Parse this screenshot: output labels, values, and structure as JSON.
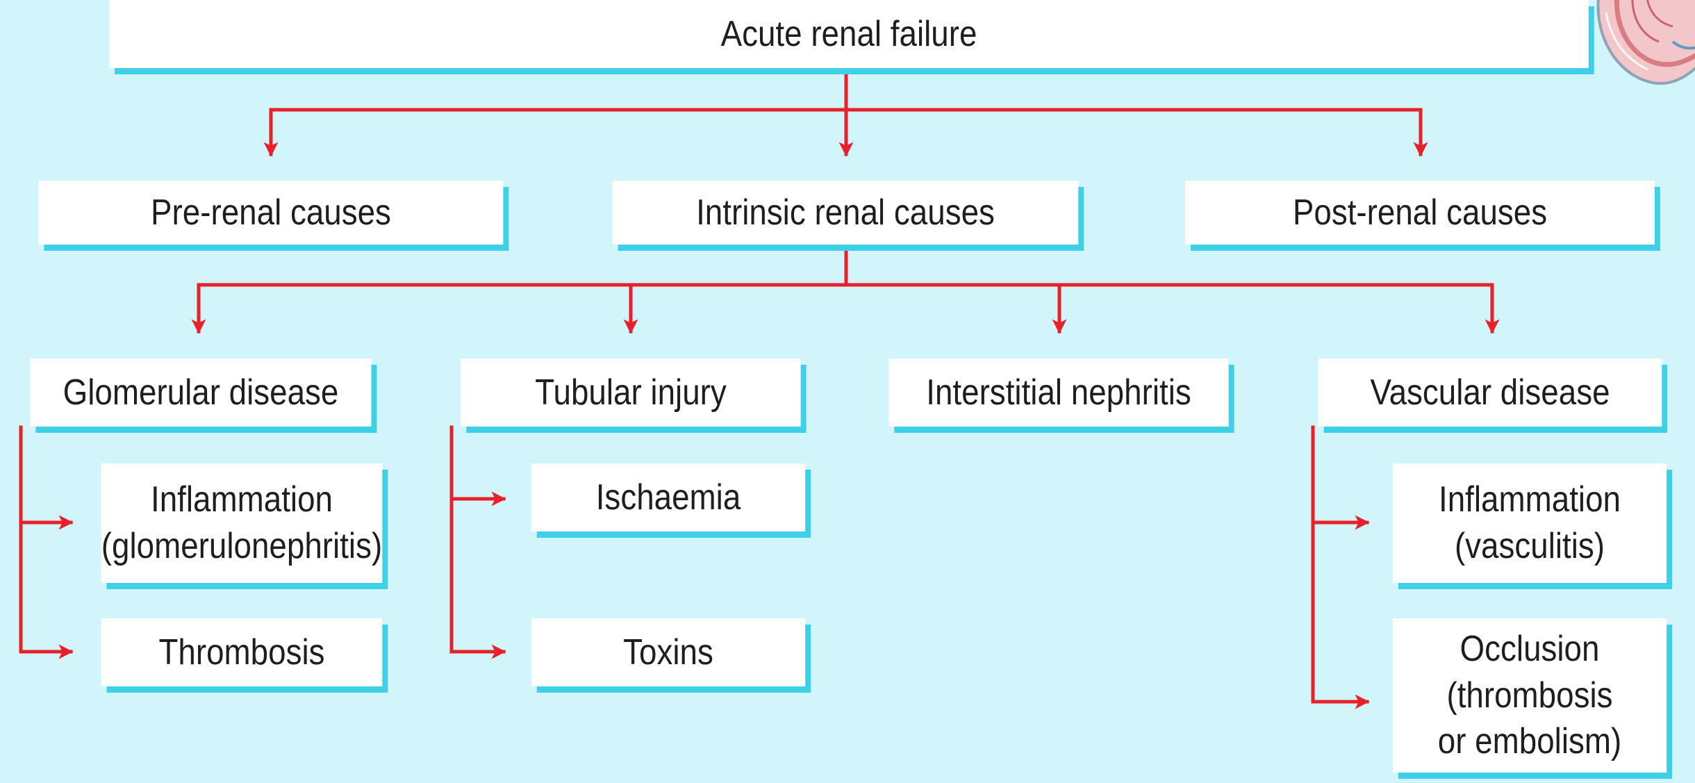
{
  "root": {
    "label": "Acute renal failure"
  },
  "level1": {
    "prerenal": "Pre-renal causes",
    "intrinsic": "Intrinsic renal causes",
    "postrenal": "Post-renal causes"
  },
  "level2": {
    "glomerular": "Glomerular disease",
    "tubular": "Tubular injury",
    "interstitial": "Interstitial nephritis",
    "vascular": "Vascular disease"
  },
  "glomerular_children": {
    "inflammation_line1": "Inflammation",
    "inflammation_line2": "(glomerulonephritis)",
    "thrombosis": "Thrombosis"
  },
  "tubular_children": {
    "ischaemia": "Ischaemia",
    "toxins": "Toxins"
  },
  "vascular_children": {
    "inflammation_line1": "Inflammation",
    "inflammation_line2": "(vasculitis)",
    "occlusion_line1": "Occlusion",
    "occlusion_line2": "(thrombosis",
    "occlusion_line3": "or embolism)"
  },
  "colors": {
    "background": "#d2f4fb",
    "box": "#ffffff",
    "box_shadow": "#3dd0e6",
    "connector": "#e8202a",
    "text": "#1e1e1e"
  },
  "icons": {
    "corner": "kidney-icon"
  }
}
